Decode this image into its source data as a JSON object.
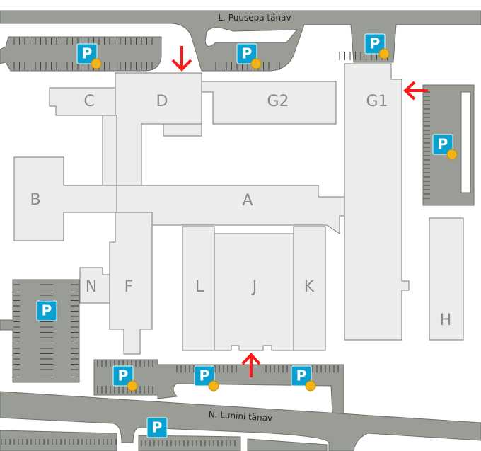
{
  "streets": {
    "north": "L. Puusepa tänav",
    "south": "N. Lunini tänav"
  },
  "buildings": {
    "A": "A",
    "B": "B",
    "C": "C",
    "D": "D",
    "F": "F",
    "G1": "G1",
    "G2": "G2",
    "H": "H",
    "J": "J",
    "K": "K",
    "L": "L",
    "N": "N"
  },
  "parking": {
    "label": "P",
    "paid": "paid-parking-coin-icon"
  },
  "colors": {
    "road": "#999d95",
    "building": "#ececec",
    "parking": "#0aa0d0",
    "entrance_arrow": "#ff1a1a"
  }
}
